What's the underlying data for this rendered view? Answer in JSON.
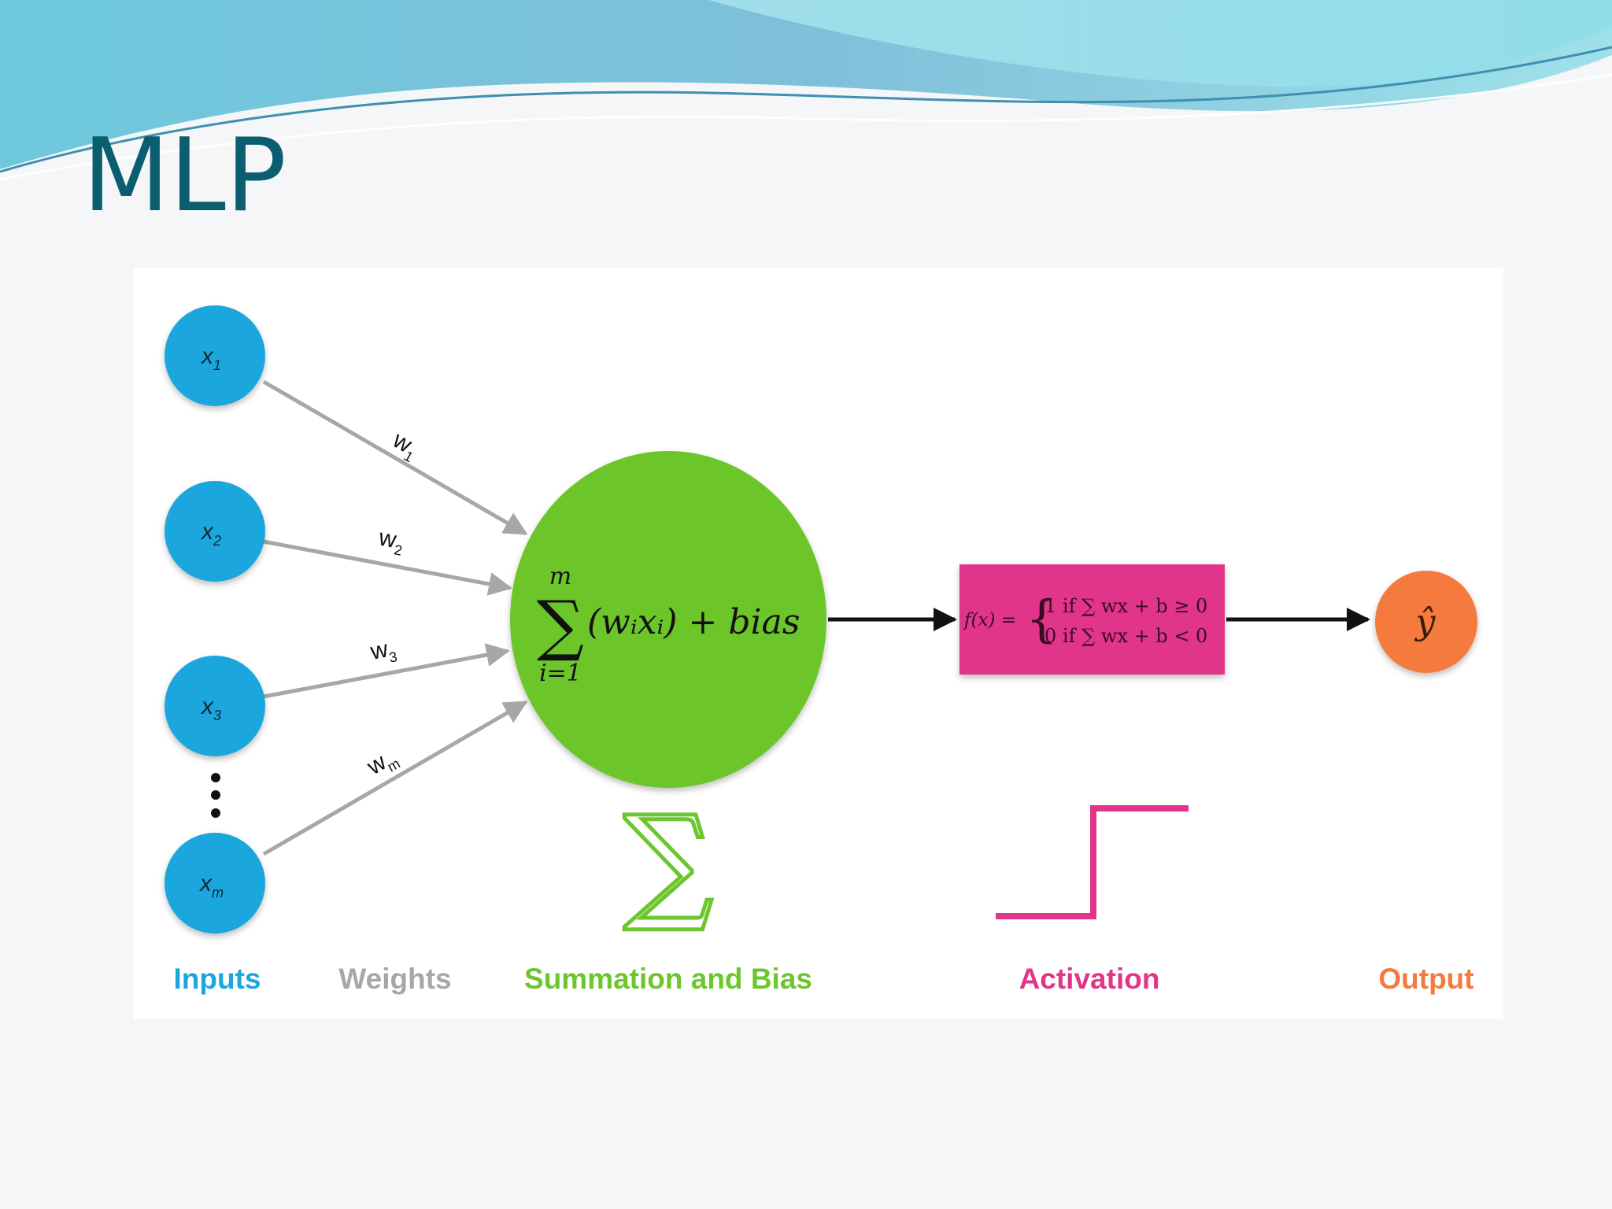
{
  "slide": {
    "title": "MLP",
    "colors": {
      "title": "#0b5e70",
      "wave_dark": "#5fb4d6",
      "wave_light": "#8fdcea",
      "input_node": "#1aa6de",
      "weight_arrow": "#a7a7a7",
      "sum_node": "#6cc62c",
      "activation_box": "#e0358a",
      "output_node": "#f47a3e",
      "connector": "#111111"
    }
  },
  "diagram": {
    "inputs": [
      {
        "base": "x",
        "sub": "1"
      },
      {
        "base": "x",
        "sub": "2"
      },
      {
        "base": "x",
        "sub": "3"
      },
      {
        "base": "x",
        "sub": "m"
      }
    ],
    "weights": [
      {
        "base": "w",
        "sub": "1"
      },
      {
        "base": "w",
        "sub": "2"
      },
      {
        "base": "w",
        "sub": "3"
      },
      {
        "base": "w",
        "sub": "m"
      }
    ],
    "sum_node": {
      "sigma": "∑",
      "upper": "m",
      "lower": "i=1",
      "formula": "(wᵢxᵢ) + bias"
    },
    "activation_box": {
      "lhs": "f(x) =",
      "brace": "{",
      "case_1": "1   if ∑ wx + b ≥ 0",
      "case_2": "0   if ∑ wx + b < 0"
    },
    "output_node": {
      "label": "ŷ"
    },
    "sigma_symbol": "∑",
    "labels": {
      "inputs": "Inputs",
      "weights": "Weights",
      "summation": "Summation and Bias",
      "activation": "Activation",
      "output": "Output"
    }
  }
}
